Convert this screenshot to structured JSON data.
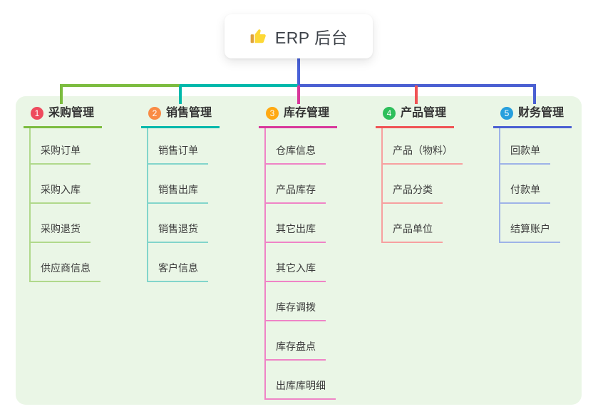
{
  "root": {
    "label": "ERP 后台",
    "icon": "thumbs-up-icon",
    "line_color": "#4a62d8"
  },
  "panel": {
    "bg_color": "#eaf6e6"
  },
  "branches": [
    {
      "num": "1",
      "label": "采购管理",
      "badge_color": "#ee4b5e",
      "line_color": "#7cbc3f",
      "child_line_color": "#b0d98b",
      "children": [
        "采购订单",
        "采购入库",
        "采购退货",
        "供应商信息"
      ]
    },
    {
      "num": "2",
      "label": "销售管理",
      "badge_color": "#f98b45",
      "line_color": "#00b8ab",
      "child_line_color": "#82d5cb",
      "children": [
        "销售订单",
        "销售出库",
        "销售退货",
        "客户信息"
      ]
    },
    {
      "num": "3",
      "label": "库存管理",
      "badge_color": "#ffa912",
      "line_color": "#d8389b",
      "child_line_color": "#ef83c6",
      "children": [
        "仓库信息",
        "产品库存",
        "其它出库",
        "其它入库",
        "库存调拨",
        "库存盘点",
        "出库库明细"
      ]
    },
    {
      "num": "4",
      "label": "产品管理",
      "badge_color": "#2ebf5b",
      "line_color": "#f05355",
      "child_line_color": "#f7a0a0",
      "children": [
        "产品（物料）",
        "产品分类",
        "产品单位"
      ]
    },
    {
      "num": "5",
      "label": "财务管理",
      "badge_color": "#279fdd",
      "line_color": "#4a5fd2",
      "child_line_color": "#9eb3e8",
      "children": [
        "回款单",
        "付款单",
        "结算账户"
      ]
    }
  ]
}
